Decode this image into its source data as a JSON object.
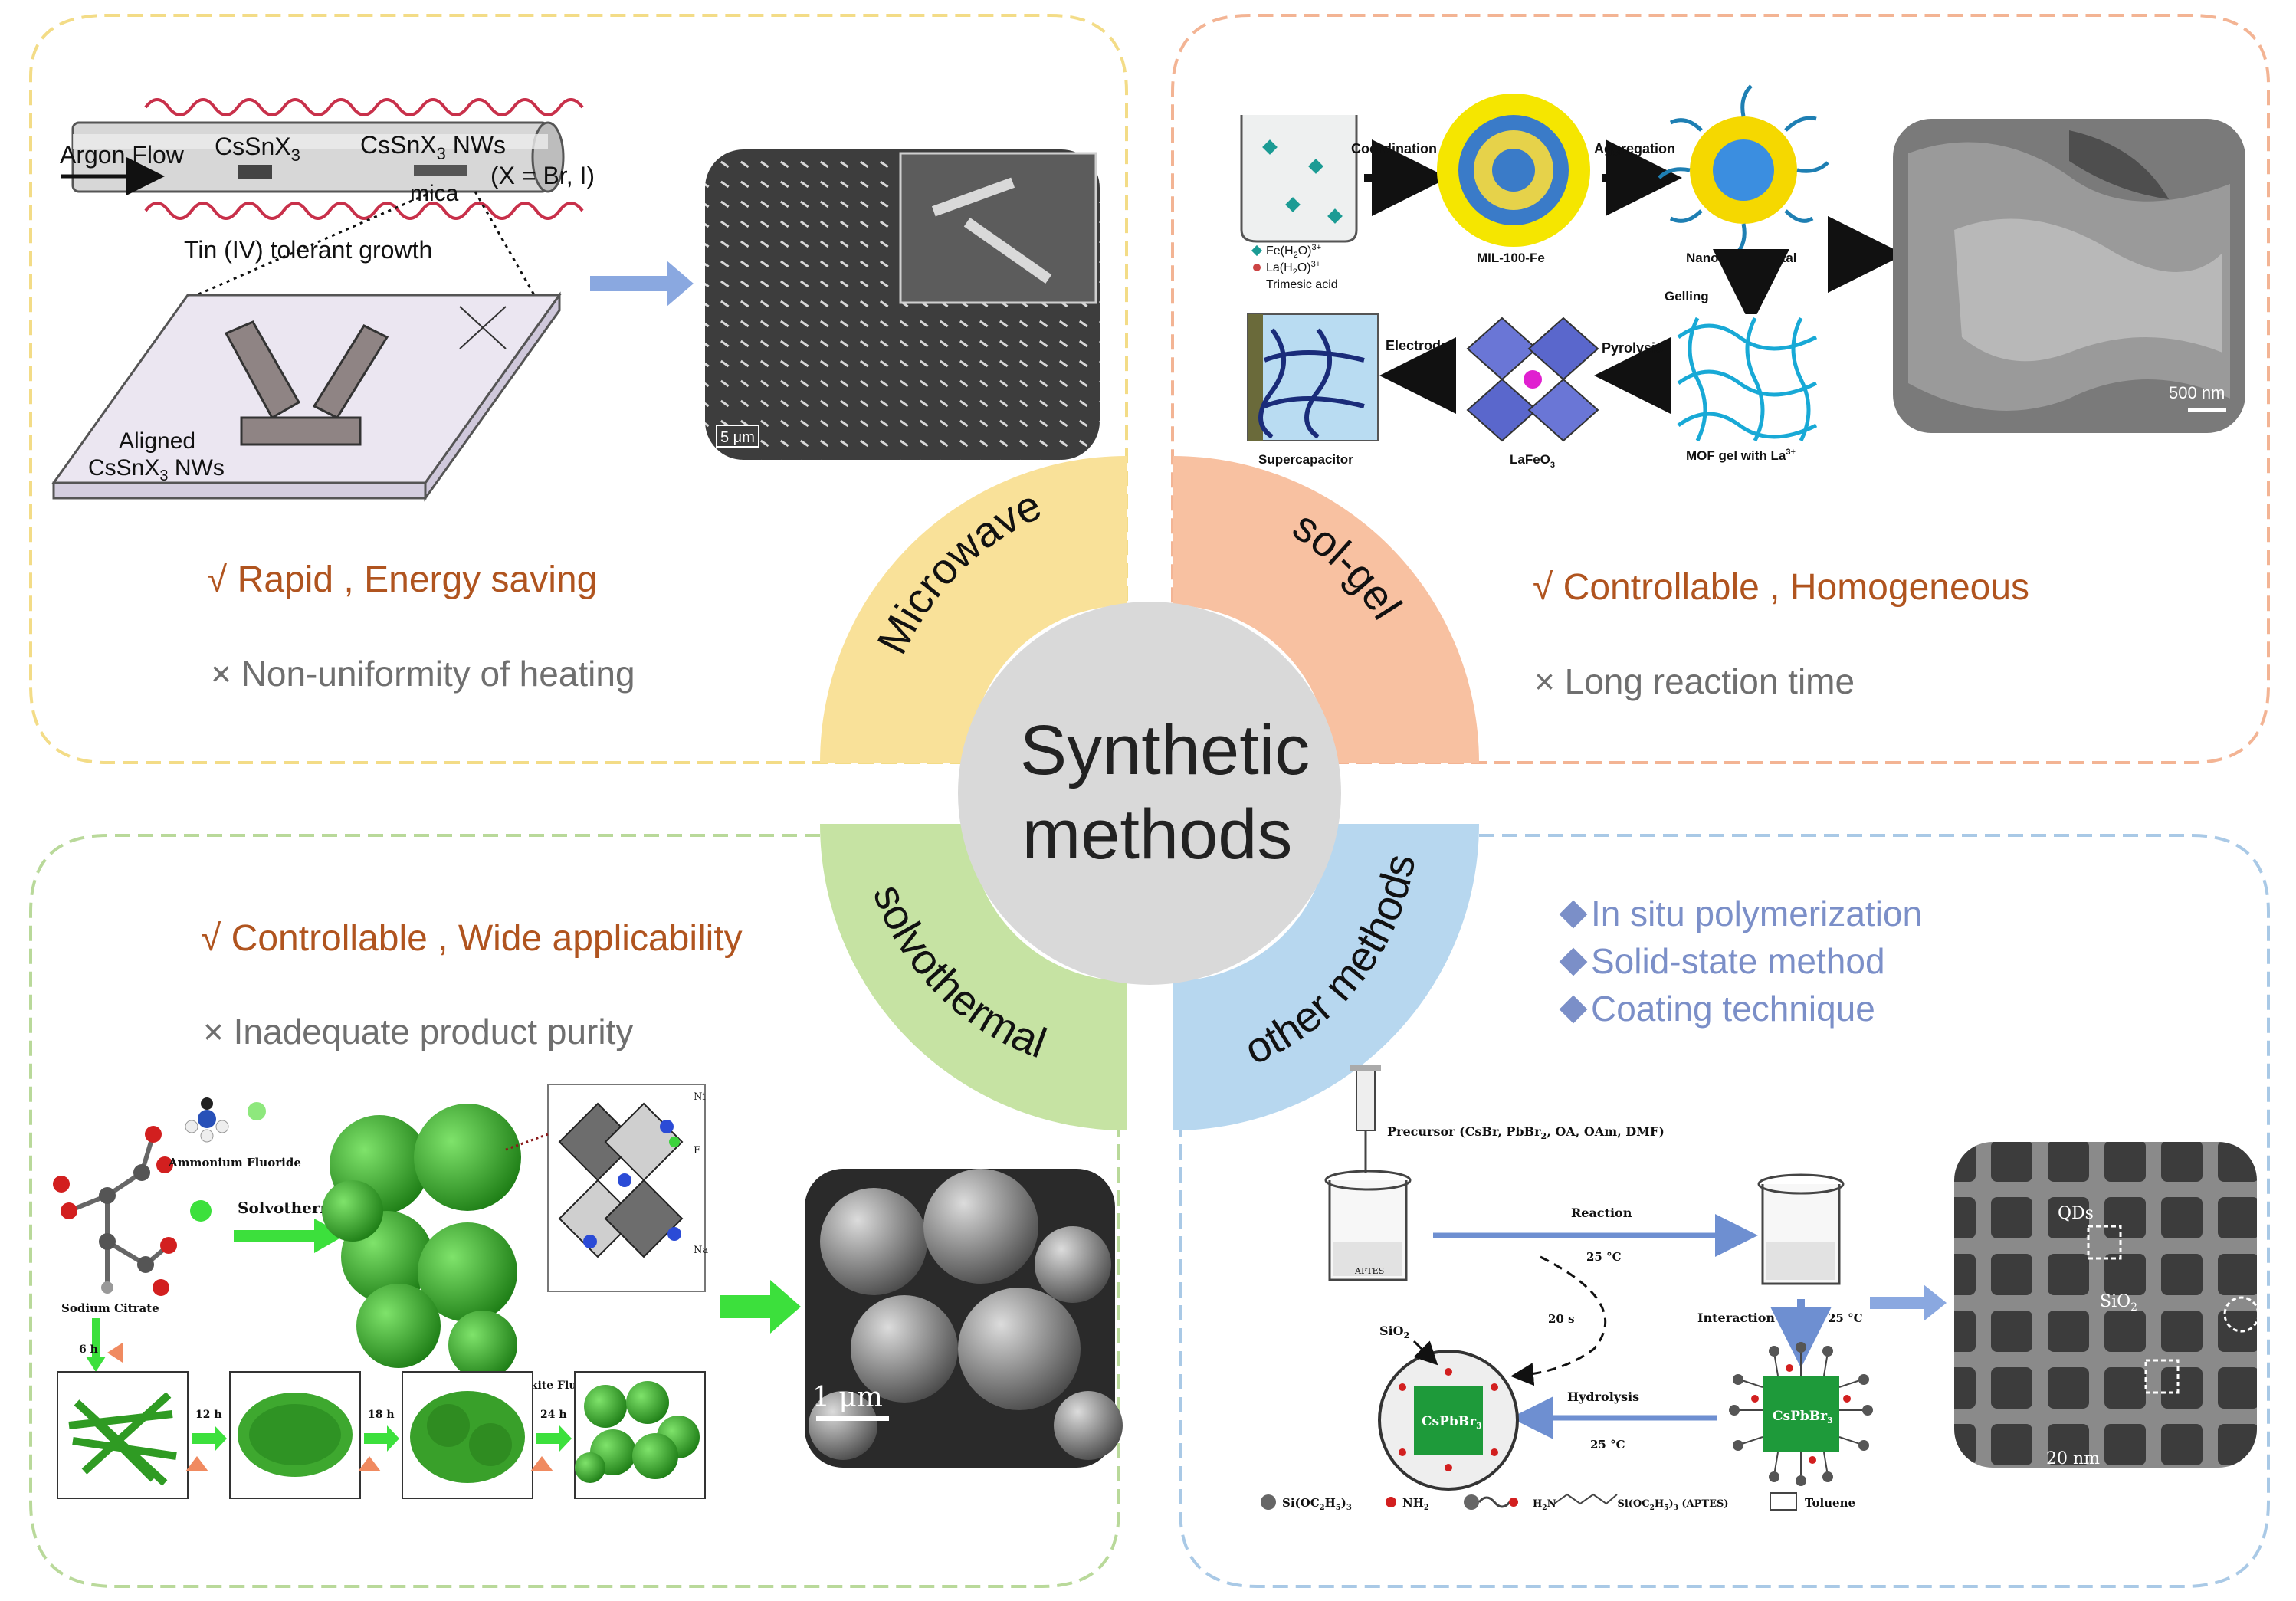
{
  "center": {
    "line1": "Synthetic",
    "line2": "methods"
  },
  "ring": {
    "microwave": {
      "label": "Microwave",
      "color": "#f9e199"
    },
    "solgel": {
      "label": "sol-gel",
      "color": "#f8c1a1"
    },
    "solvothermal": {
      "label": "solvothermal",
      "color": "#c6e3a3"
    },
    "other": {
      "label": "other methods",
      "color": "#b7d7ef"
    }
  },
  "microwave_panel": {
    "pro": "√  Rapid , Energy saving",
    "con": "×   Non-uniformity of heating",
    "schematic": {
      "argon_flow": "Argon Flow",
      "cssnx3": "CsSnX",
      "cssnx3_sub": "3",
      "nws": "CsSnX",
      "nws_sub": "3",
      "nws_suffix": " NWs",
      "x_eq": "(X = Br, I)",
      "mica": "mica",
      "tin_growth": "Tin (IV) tolerant growth",
      "aligned1": "Aligned",
      "aligned2": "CsSnX",
      "aligned2_sub": "3",
      "aligned2_suffix": " NWs"
    },
    "sem_scale": "5 μm"
  },
  "solgel_panel": {
    "pro": "√  Controllable , Homogeneous",
    "con": "×   Long reaction time",
    "schematic": {
      "coordination": "Coordination",
      "aggregation": "Aggregation",
      "mil": "MIL-100-Fe",
      "nano_mof": "Nano MOF crystal",
      "gelling": "Gelling",
      "pyrolysis": "Pyrolysis",
      "electrode": "Electrode",
      "supercap": "Supercapacitor",
      "lafeo3": "LaFeO",
      "lafeo3_sub": "3",
      "mof_gel": "MOF gel with La",
      "mof_gel_sup": "3+",
      "legend_fe": "Fe(H",
      "legend_fe_tail": "O)",
      "legend_la": "La(H",
      "legend_la_tail": "O)",
      "legend_tma": "Trimesic acid"
    },
    "sem_scale": "500 nm"
  },
  "solvothermal_panel": {
    "pro": "√  Controllable , Wide applicability",
    "con": "×   Inadequate product purity",
    "schematic": {
      "ammonium": "Ammonium Fluoride",
      "solvothermal": "Solvothermal",
      "sodium_citrate": "Sodium Citrate",
      "perovskite": "Perovskite Fluoride NaNiF",
      "perovskite_sub": "3",
      "ni": "Ni",
      "f": "F",
      "na": "Na",
      "t6": "6 h",
      "t12": "12 h",
      "t18": "18 h",
      "t24": "24 h"
    },
    "sem_scale": "1 μm"
  },
  "other_panel": {
    "items": [
      "In situ polymerization",
      "Solid-state method",
      "Coating technique"
    ],
    "schematic": {
      "precursor": "Precursor (CsBr, PbBr",
      "precursor_tail": ", OA, OAm, DMF)",
      "reaction": "Reaction",
      "temp1": "25 °C",
      "time": "20 s",
      "interaction": "Interaction",
      "temp2": "25 °C",
      "sio2": "SiO",
      "hydrolysis": "Hydrolysis",
      "temp3": "25 °C",
      "cspbbr3": "CsPbBr",
      "aptes": "APTES",
      "leg_si": "Si(OC",
      "leg_nh2": "NH",
      "leg_aptes": "Si(OC",
      "leg_toluene": "Toluene"
    },
    "tem_qds": "QDs",
    "tem_sio2": "SiO",
    "tem_scale": "20 nm"
  }
}
